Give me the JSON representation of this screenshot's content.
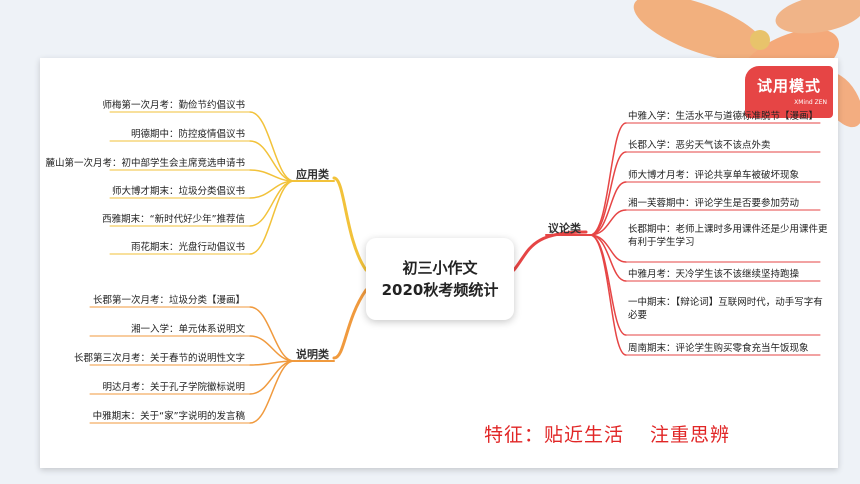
{
  "colors": {
    "left_upper": "#f2c23a",
    "left_lower": "#f09a3e",
    "right": "#e64545",
    "feature": "#e12626",
    "badge": "#e64545"
  },
  "watermark": {
    "title": "试用模式",
    "subtitle": "XMind ZEN"
  },
  "center": {
    "line1": "初三小作文",
    "line2": "2020秋考频统计"
  },
  "branches": {
    "application": {
      "label": "应用类",
      "items": [
        "师梅第一次月考：勤俭节约倡议书",
        "明德期中：防控疫情倡议书",
        "麓山第一次月考：初中部学生会主席竞选申请书",
        "师大博才期末：垃圾分类倡议书",
        "西雅期末：“新时代好少年”推荐信",
        "雨花期末：光盘行动倡议书"
      ]
    },
    "exposition": {
      "label": "说明类",
      "items": [
        "长郡第一次月考：垃圾分类【漫画】",
        "湘一入学：单元体系说明文",
        "长郡第三次月考：关于春节的说明性文字",
        "明达月考：关于孔子学院徽标说明",
        "中雅期末：关于“家”字说明的发言稿"
      ]
    },
    "argument": {
      "label": "议论类",
      "items": [
        "中雅入学：生活水平与道德标准脱节【漫画】",
        "长郡入学：恶劣天气该不该点外卖",
        "师大博才月考：评论共享单车被破坏现象",
        "湘一芙蓉期中：评论学生是否要参加劳动",
        "长郡期中：老师上课时多用课件还是少用课件更有利于学生学习",
        "中雅月考：天冷学生该不该继续坚持跑操",
        "一中期末：【辩论词】互联网时代，动手写字有必要",
        "周南期末：评论学生购买零食充当午饭现象"
      ]
    }
  },
  "feature": {
    "part1": "特征：贴近生活",
    "part2": "注重思辨"
  }
}
